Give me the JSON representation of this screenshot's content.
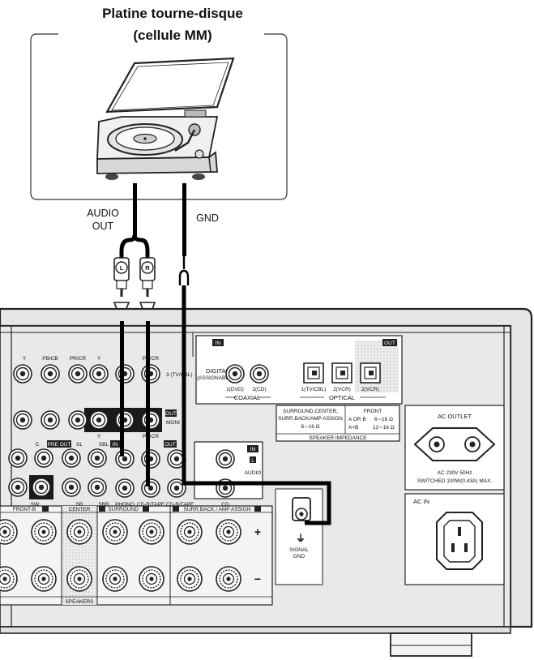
{
  "title_line1": "Platine tourne-disque",
  "title_line2": "(cellule MM)",
  "cable": {
    "audio_out_line1": "AUDIO",
    "audio_out_line2": "OUT",
    "gnd": "GND",
    "plug_left": "L",
    "plug_right": "R"
  },
  "panel": {
    "in_badge": "IN",
    "out_badge": "OUT",
    "digital_label_1": "DIGITAL",
    "digital_label_2": "(ASSIGNABLE)",
    "coax_1": "1(DVD)",
    "coax_2": "2(CD)",
    "coaxial": "COAXIAL",
    "opt_1": "1(TV/CBL)",
    "opt_2": "2(VCR)",
    "opt_3": "2(VCR)",
    "optical": "OPTICAL",
    "imp_left_1": "SURROUND,CENTER,",
    "imp_left_2": "SURR.BACK/AMP ASSIGN",
    "imp_left_3": "6∼16 Ω",
    "imp_front": "FRONT",
    "imp_ab1": "A OR B",
    "imp_ab1_val": "6∼16 Ω",
    "imp_ab2": "A+B",
    "imp_ab2_val": "12∼16 Ω",
    "speaker_impedance": "SPEAKER IMPEDANCE",
    "ac_outlet": "AC OUTLET",
    "ac_spec_1": "AC 230V  50Hz",
    "ac_spec_2": "SWITCHED 100W(0.43A)  MAX.",
    "ac_in": "AC IN",
    "video_y": "Y",
    "video_pb": "PB/CB",
    "video_pr": "PR/CR",
    "tv_cbl": "3 (TV/CBL)",
    "monitor": "MONI",
    "out_tag": "OUT",
    "pre_out": "PRE OUT",
    "in_tag": "IN",
    "c_label": "C",
    "sl_label": "SL",
    "sbl_label": "SBL",
    "sw_label": "SW",
    "sr_label": "SR",
    "sbr_label": "SBR",
    "phono": "PHONO",
    "cdr_tape_1": "CD-R/TAPE",
    "cdr_tape_2": "CD-R/TAPE",
    "audio": "AUDIO",
    "cd": "CD",
    "l_mark": "L",
    "signal_gnd_1": "SIGNAL",
    "signal_gnd_2": "GND",
    "front_b": "FRONT-B",
    "center": "CENTER",
    "surround": "SURROUND",
    "surr_back": "SURR.BACK / AMP ASSIGN",
    "speakers": "SPEAKERS",
    "plus": "+",
    "minus": "−"
  },
  "colors": {
    "panel_fill": "#ededed",
    "panel_dots": "#c8c8c8",
    "cable": "#000000",
    "outline": "#333333"
  }
}
